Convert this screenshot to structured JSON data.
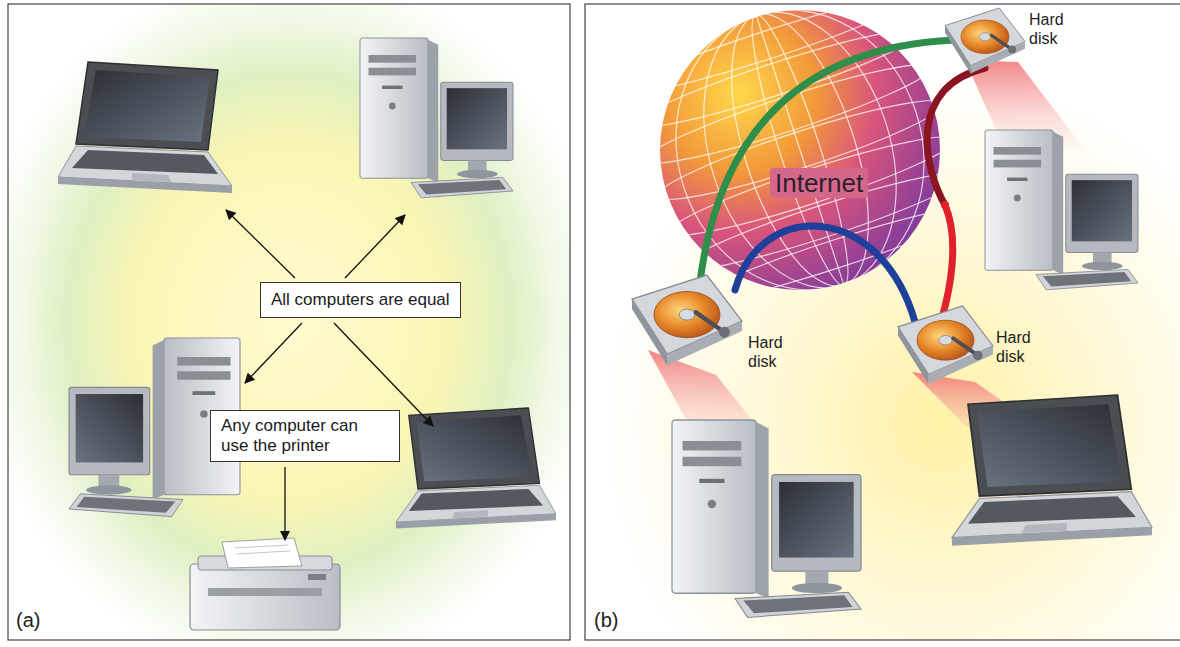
{
  "diagram": {
    "nodes": [
      {
        "text": [
          "All computers are equal"
        ]
      },
      {
        "text": [
          "Any computer can use the printer"
        ]
      }
    ],
    "labels": [
      "(a)",
      "Internet",
      "Hard disk",
      "Hard disk",
      "Hard disk",
      "(b)"
    ]
  }
}
